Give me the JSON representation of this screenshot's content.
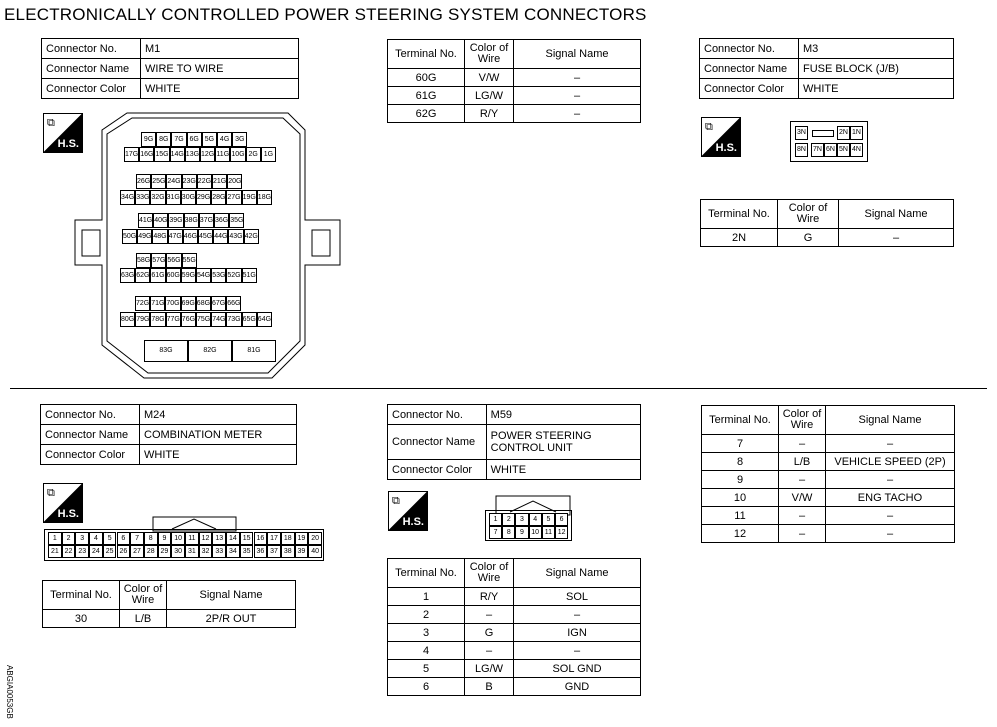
{
  "title": "ELECTRONICALLY CONTROLLED POWER STEERING SYSTEM CONNECTORS",
  "side_code": "ABGIA0053GB",
  "hs_label": "H.S.",
  "labels": {
    "connector_no": "Connector No.",
    "connector_name": "Connector Name",
    "connector_color": "Connector Color",
    "terminal_no": "Terminal No.",
    "color_of_wire": "Color of Wire",
    "signal_name": "Signal Name"
  },
  "m1": {
    "no": "M1",
    "name": "WIRE TO WIRE",
    "color": "WHITE",
    "rows": [
      {
        "t": "60G",
        "c": "V/W",
        "s": "–"
      },
      {
        "t": "61G",
        "c": "LG/W",
        "s": "–"
      },
      {
        "t": "62G",
        "c": "R/Y",
        "s": "–"
      }
    ],
    "pin_rows": [
      [
        "9G",
        "8G",
        "7G",
        "6G",
        "5G",
        "4G",
        "3G"
      ],
      [
        "17G",
        "16G",
        "15G",
        "14G",
        "13G",
        "12G",
        "11G",
        "10G",
        "2G",
        "1G"
      ],
      [
        "26G",
        "25G",
        "24G",
        "23G",
        "22G",
        "21G",
        "20G"
      ],
      [
        "34G",
        "33G",
        "32G",
        "31G",
        "30G",
        "29G",
        "28G",
        "27G",
        "19G",
        "18G"
      ],
      [
        "41G",
        "40G",
        "39G",
        "38G",
        "37G",
        "36G",
        "35G"
      ],
      [
        "50G",
        "49G",
        "48G",
        "47G",
        "46G",
        "45G",
        "44G",
        "43G",
        "42G"
      ],
      [
        "58G",
        "57G",
        "56G",
        "55G"
      ],
      [
        "63G",
        "62G",
        "61G",
        "60G",
        "59G",
        "54G",
        "53G",
        "52G",
        "51G"
      ],
      [
        "72G",
        "71G",
        "70G",
        "69G",
        "68G",
        "67G",
        "66G"
      ],
      [
        "80G",
        "79G",
        "78G",
        "77G",
        "76G",
        "75G",
        "74G",
        "73G",
        "65G",
        "64G"
      ],
      [
        "83G",
        "82G",
        "81G"
      ]
    ]
  },
  "m3": {
    "no": "M3",
    "name": "FUSE BLOCK (J/B)",
    "color": "WHITE",
    "pins_top": [
      "3N",
      "2N",
      "1N"
    ],
    "pins_bottom": [
      "8N",
      "7N",
      "6N",
      "5N",
      "4N"
    ],
    "rows": [
      {
        "t": "2N",
        "c": "G",
        "s": "–"
      }
    ]
  },
  "m24": {
    "no": "M24",
    "name": "COMBINATION METER",
    "color": "WHITE",
    "pins_top": [
      "1",
      "2",
      "3",
      "4",
      "5",
      "6",
      "7",
      "8",
      "9",
      "10",
      "11",
      "12",
      "13",
      "14",
      "15",
      "16",
      "17",
      "18",
      "19",
      "20"
    ],
    "pins_bottom": [
      "21",
      "22",
      "23",
      "24",
      "25",
      "26",
      "27",
      "28",
      "29",
      "30",
      "31",
      "32",
      "33",
      "34",
      "35",
      "36",
      "37",
      "38",
      "39",
      "40"
    ],
    "rows": [
      {
        "t": "30",
        "c": "L/B",
        "s": "2P/R OUT"
      }
    ]
  },
  "m59": {
    "no": "M59",
    "name": "POWER STEERING CONTROL UNIT",
    "color": "WHITE",
    "pins_top": [
      "1",
      "2",
      "3",
      "4",
      "5",
      "6"
    ],
    "pins_bottom": [
      "7",
      "8",
      "9",
      "10",
      "11",
      "12"
    ],
    "rows": [
      {
        "t": "1",
        "c": "R/Y",
        "s": "SOL"
      },
      {
        "t": "2",
        "c": "–",
        "s": "–"
      },
      {
        "t": "3",
        "c": "G",
        "s": "IGN"
      },
      {
        "t": "4",
        "c": "–",
        "s": "–"
      },
      {
        "t": "5",
        "c": "LG/W",
        "s": "SOL GND"
      },
      {
        "t": "6",
        "c": "B",
        "s": "GND"
      }
    ],
    "rows2": [
      {
        "t": "7",
        "c": "–",
        "s": "–"
      },
      {
        "t": "8",
        "c": "L/B",
        "s": "VEHICLE SPEED (2P)"
      },
      {
        "t": "9",
        "c": "–",
        "s": "–"
      },
      {
        "t": "10",
        "c": "V/W",
        "s": "ENG TACHO"
      },
      {
        "t": "11",
        "c": "–",
        "s": "–"
      },
      {
        "t": "12",
        "c": "–",
        "s": "–"
      }
    ]
  }
}
